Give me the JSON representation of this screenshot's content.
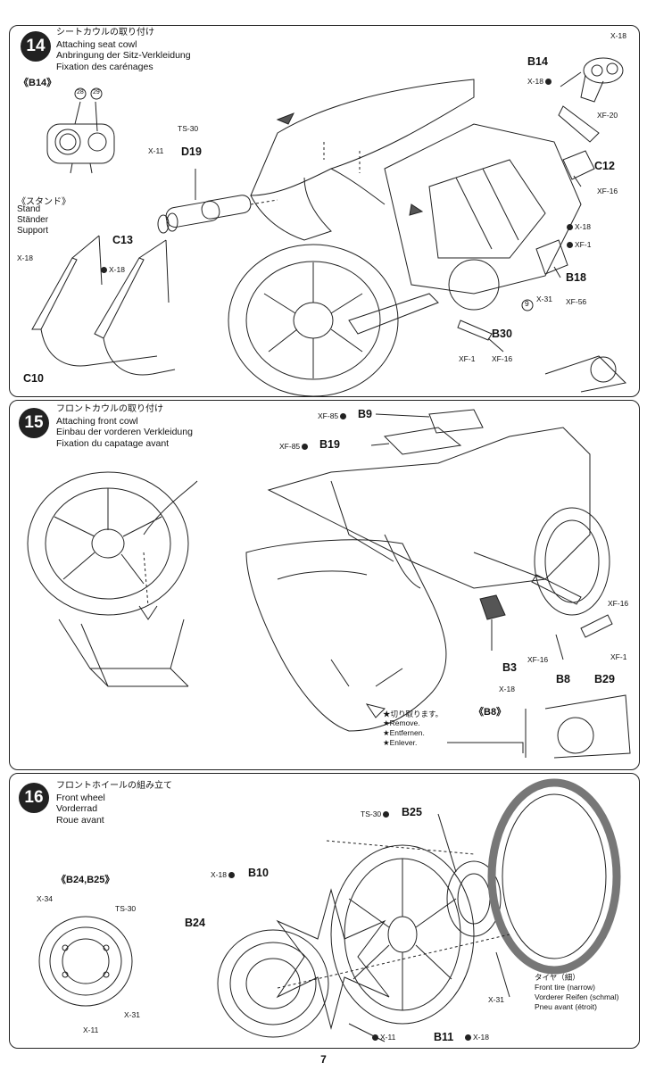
{
  "watermark": {
    "brand_a": "",
    "brand_b": "",
    "search": "",
    "sub": ""
  },
  "steps": [
    {
      "number": "14",
      "title_jp": "シートカウルの取り付け",
      "title_en": "Attaching seat cowl",
      "title_de": "Anbringung der Sitz-Verkleidung",
      "title_fr": "Fixation des carénages",
      "inset_b14": "《B14》",
      "inset_b14_num1": "28",
      "inset_b14_num2": "29",
      "stand_jp": "《スタンド》",
      "stand_en": "Stand",
      "stand_de": "Ständer",
      "stand_fr": "Support",
      "labels": {
        "C13": "C13",
        "C10": "C10",
        "D19": "D19",
        "TS30": "TS-30",
        "X11": "X-11",
        "X18a": "X-18",
        "X18b": "X-18",
        "B14": "B14",
        "X18c": "X-18",
        "X18d": "X-18",
        "XF20": "XF-20",
        "C12": "C12",
        "XF16a": "XF-16",
        "X18e": "X-18",
        "XF1a": "XF-1",
        "B18": "B18",
        "X31": "X-31",
        "XF56": "XF-56",
        "circ9": "9",
        "B30": "B30",
        "XF1b": "XF-1",
        "XF16b": "XF-16"
      }
    },
    {
      "number": "15",
      "title_jp": "フロントカウルの取り付け",
      "title_en": "Attaching front cowl",
      "title_de": "Einbau der vorderen Verkleidung",
      "title_fr": "Fixation du capatage avant",
      "labels": {
        "XF85a": "XF-85",
        "B9": "B9",
        "XF85b": "XF-85",
        "B19": "B19",
        "B3": "B3",
        "X18": "X-18",
        "XF16a": "XF-16",
        "B8": "B8",
        "B29": "B29",
        "XF16b": "XF-16",
        "XF1": "XF-1",
        "B8inset": "《B8》"
      },
      "cut_jp": "★切り取ります。",
      "cut_en": "★Remove.",
      "cut_de": "★Entfernen.",
      "cut_fr": "★Enlever."
    },
    {
      "number": "16",
      "title_jp": "フロントホイールの組み立て",
      "title_en": "Front wheel",
      "title_de": "Vorderrad",
      "title_fr": "Roue avant",
      "inset": "《B24,B25》",
      "labels": {
        "X34": "X-34",
        "TS30a": "TS-30",
        "X31a": "X-31",
        "X11a": "X-11",
        "B24": "B24",
        "X18a": "X-18",
        "B10": "B10",
        "TS30b": "TS-30",
        "B25": "B25",
        "X31b": "X-31",
        "B11": "B11",
        "X18b": "X-18",
        "X11b": "X-11"
      },
      "tire_jp": "タイヤ（細）",
      "tire_en": "Front tire (narrow)",
      "tire_de": "Vorderer Reifen (schmal)",
      "tire_fr": "Pneu avant (étroit)"
    }
  ],
  "page_number": "7"
}
